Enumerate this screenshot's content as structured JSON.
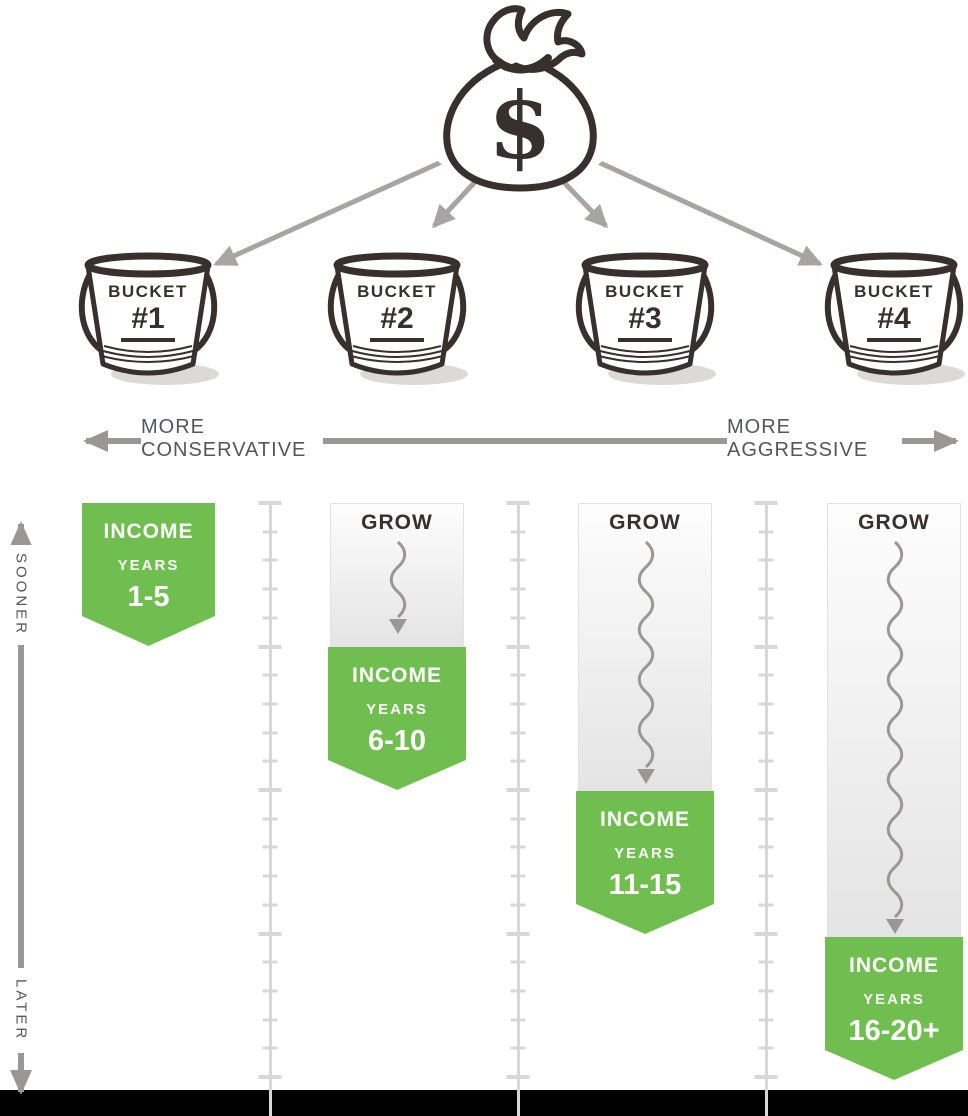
{
  "colors": {
    "green": "#6fbe4f",
    "ink": "#38302c",
    "arrow_gray": "#a8a4a1",
    "axis_gray": "#9a9896",
    "ruler_gray": "#d8d8d8",
    "label_text": "#54565a",
    "bottom_bar": "#000000"
  },
  "money_bag": {
    "symbol": "$"
  },
  "buckets": [
    {
      "label": "BUCKET",
      "number": "#1"
    },
    {
      "label": "BUCKET",
      "number": "#2"
    },
    {
      "label": "BUCKET",
      "number": "#3"
    },
    {
      "label": "BUCKET",
      "number": "#4"
    }
  ],
  "risk_axis": {
    "left": "MORE CONSERVATIVE",
    "right": "MORE AGGRESSIVE"
  },
  "time_axis": {
    "top": "SOONER",
    "bottom": "LATER"
  },
  "columns": [
    {
      "income": "INCOME",
      "years": "YEARS",
      "range": "1-5"
    },
    {
      "grow": "GROW",
      "income": "INCOME",
      "years": "YEARS",
      "range": "6-10"
    },
    {
      "grow": "GROW",
      "income": "INCOME",
      "years": "YEARS",
      "range": "11-15"
    },
    {
      "grow": "GROW",
      "income": "INCOME",
      "years": "YEARS",
      "range": "16-20+"
    }
  ]
}
